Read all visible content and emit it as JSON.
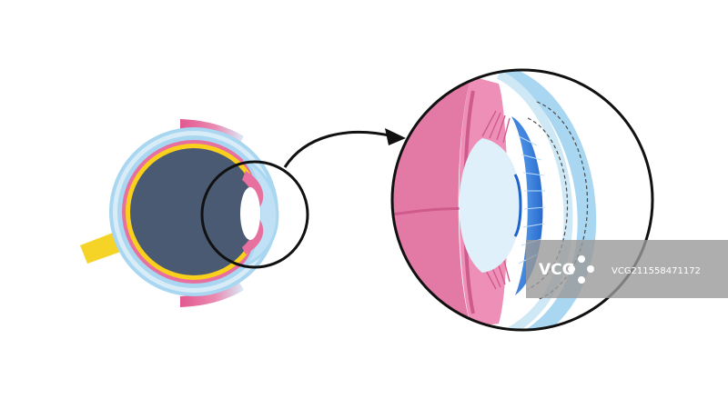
{
  "diagram": {
    "type": "eye-anatomy-illustration",
    "components": [
      "eyeball-cross-section",
      "magnifier-ring-small",
      "curved-arrow",
      "detail-circle"
    ],
    "colors": {
      "sclera_light_blue": "#cfe8f6",
      "sclera_border": "#a9d6f0",
      "choroid_pink": "#e7709e",
      "retina_yellow": "#f9d11c",
      "vitreous_dark": "#4a5a73",
      "lens_white": "#ffffff",
      "optic_nerve_yellow": "#f5d327",
      "iris_blue": "#2f7fe0",
      "ciliary_pink": "#e583ad",
      "lens_detail_fill": "#dff0fb",
      "outline_black": "#111111",
      "watermark_gray": "#9a9a9a"
    }
  },
  "watermark": {
    "logo": "VCG",
    "id_text": "VCG211558471172"
  }
}
